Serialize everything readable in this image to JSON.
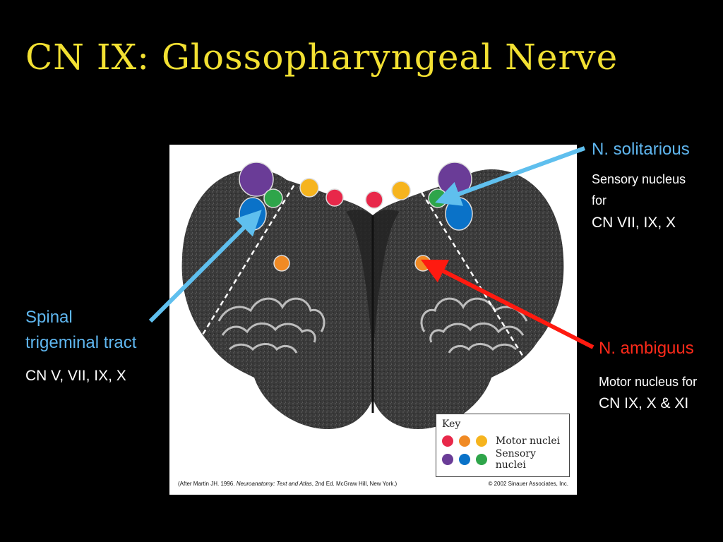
{
  "title": "CN IX: Glossopharyngeal Nerve",
  "labels": {
    "solitarius": {
      "name": "N. solitarious",
      "desc_line1": "Sensory nucleus",
      "desc_line2": "for",
      "desc_line3": "CN VII, IX, X"
    },
    "spinal_trigeminal": {
      "name_line1": "Spinal",
      "name_line2": "trigeminal tract",
      "desc": "CN V, VII, IX, X"
    },
    "ambiguus": {
      "name": "N. ambiguus",
      "desc_line1": "Motor nucleus for",
      "desc_line2": "CN IX, X & XI"
    }
  },
  "key": {
    "title": "Key",
    "motor_label": "Motor nuclei",
    "sensory_label": "Sensory nuclei",
    "motor_colors": [
      "#e8284a",
      "#f08a24",
      "#f6b41e"
    ],
    "sensory_colors": [
      "#6a3c97",
      "#0a72c8",
      "#2ea54a"
    ]
  },
  "credits": {
    "left_prefix": "(After Martin JH. 1996. ",
    "left_book": "Neuroanatomy: Text and Atlas",
    "left_suffix": ", 2nd Ed. McGraw Hill, New York.)",
    "right": "© 2002 Sinauer Associates, Inc."
  },
  "colors": {
    "title": "#f2e032",
    "label_blue": "#5fb6ef",
    "label_red": "#ff2a1a",
    "arrow_blue": "#5fbfee",
    "arrow_red": "#ff1a10"
  }
}
